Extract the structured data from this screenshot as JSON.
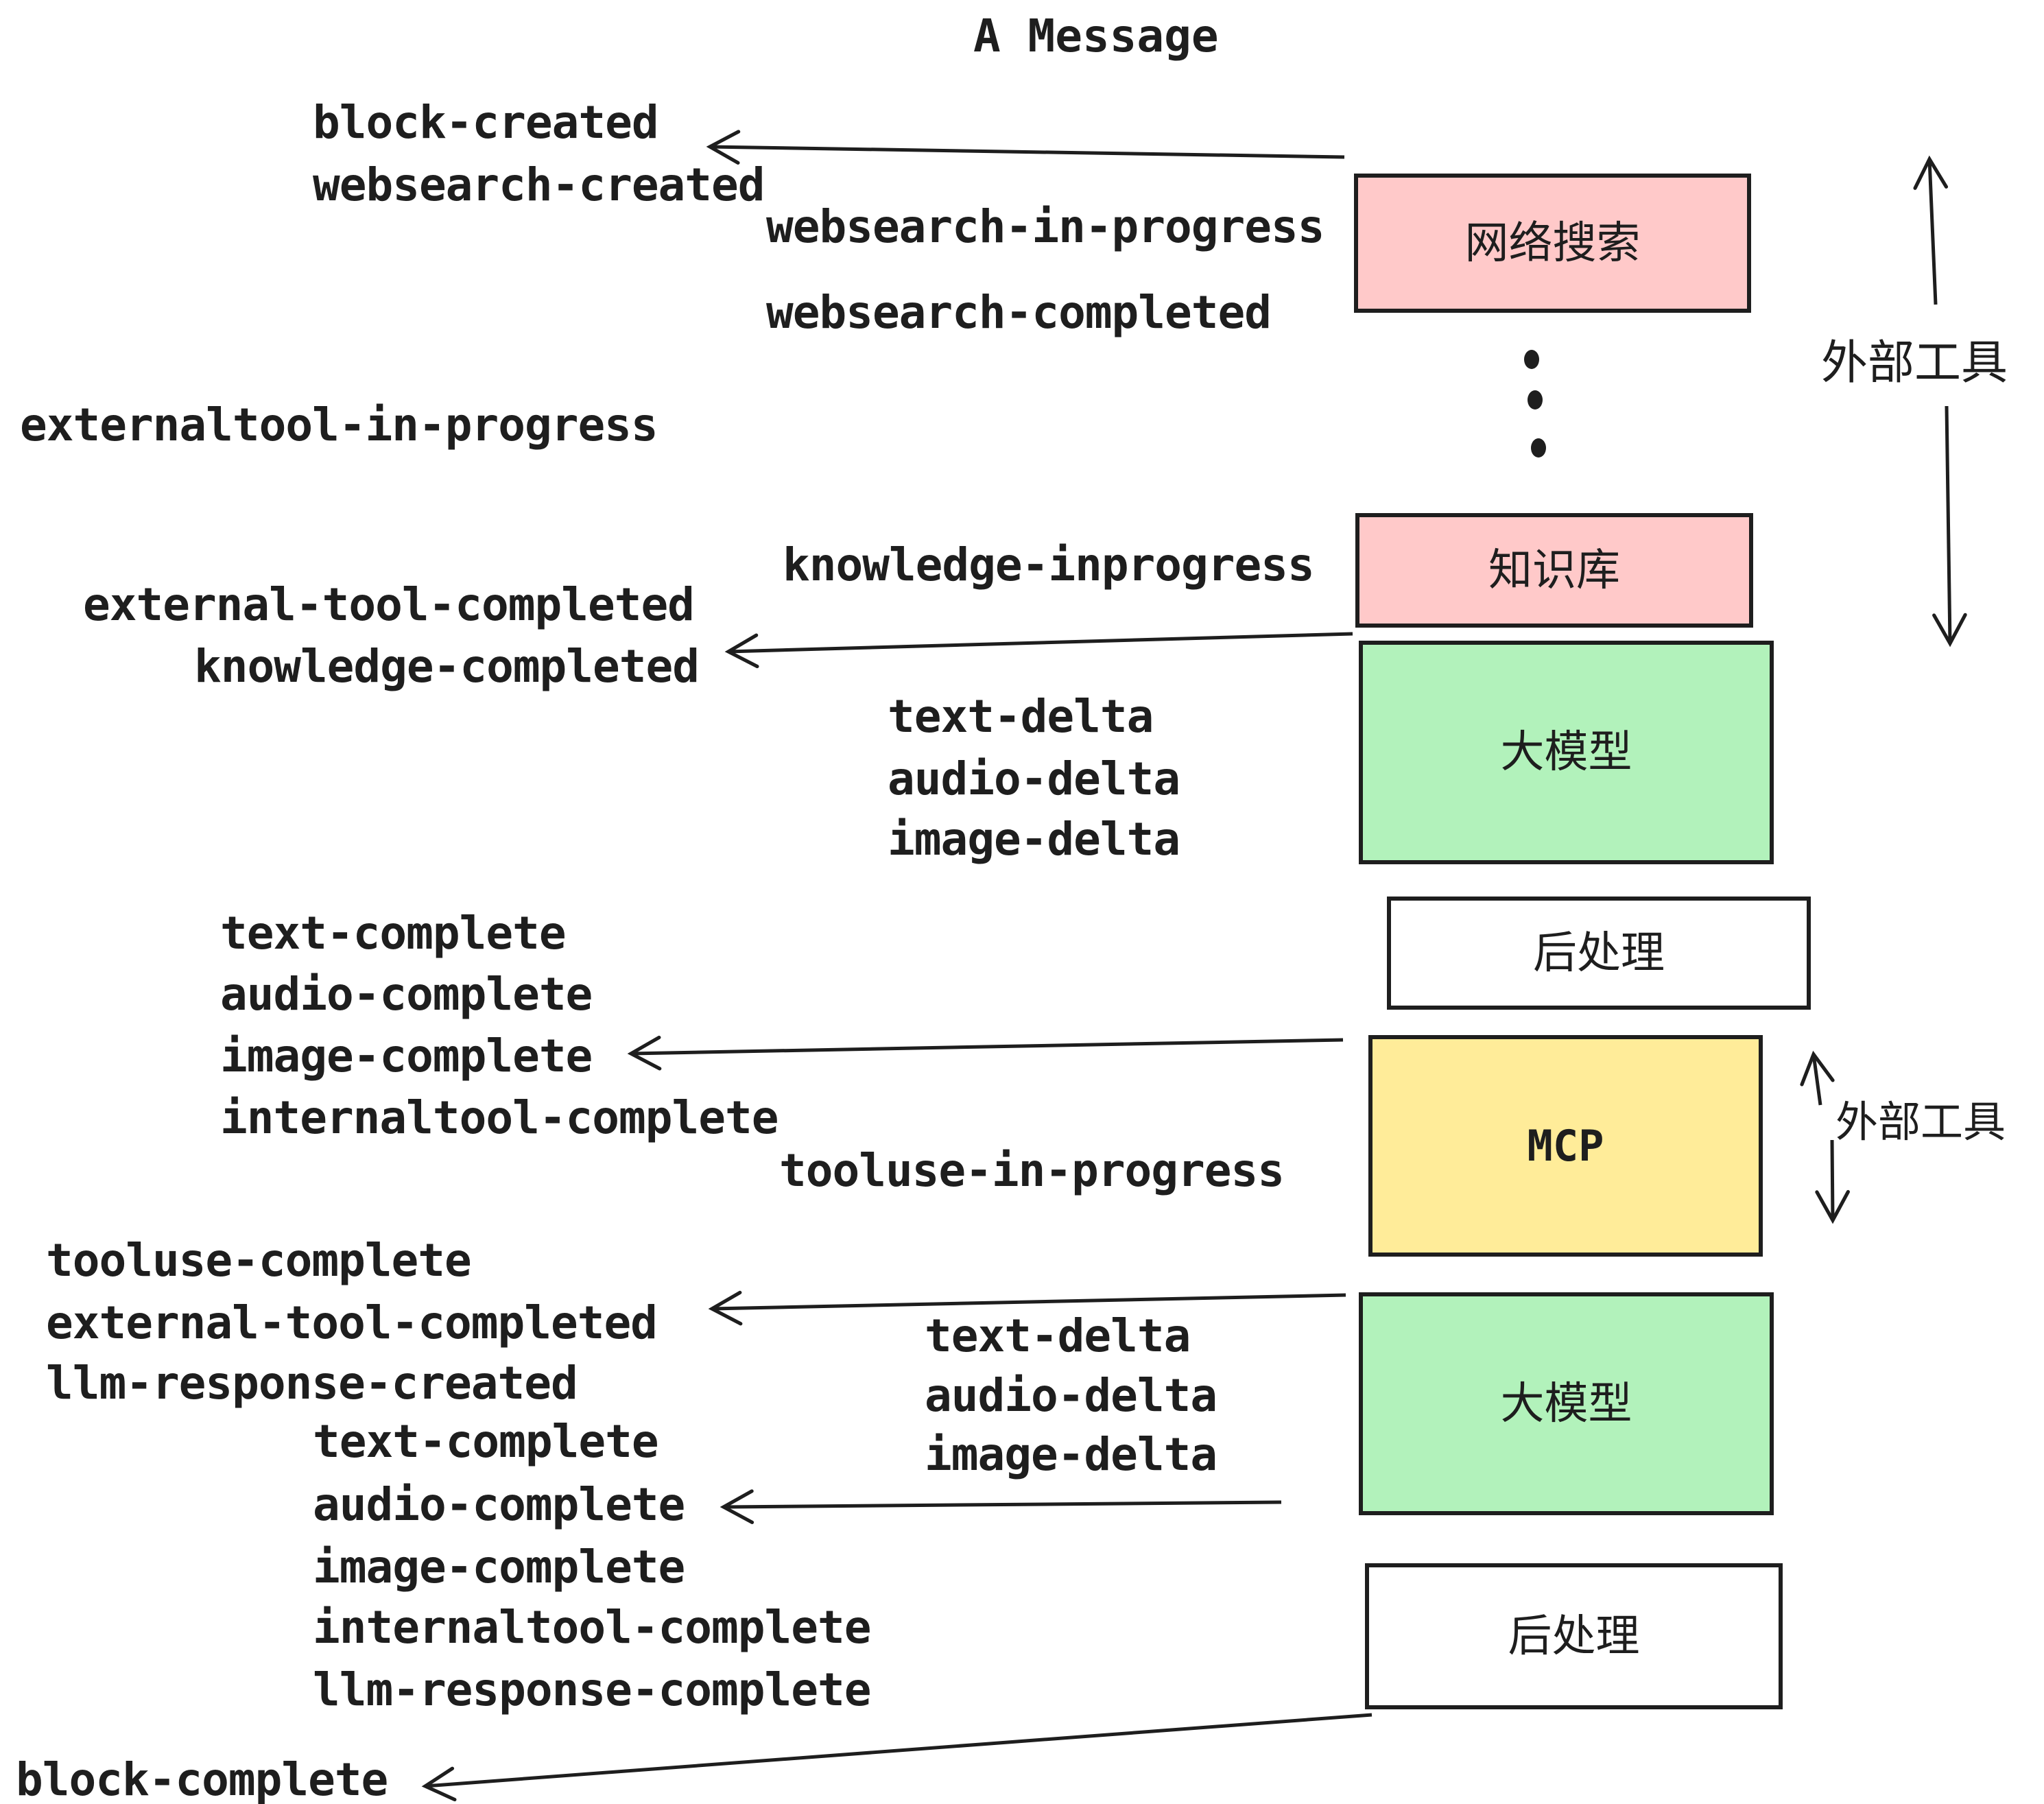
{
  "title": "A Message",
  "events": {
    "block_created": "block-created",
    "websearch_created": "websearch-created",
    "websearch_in_progress": "websearch-in-progress",
    "websearch_completed": "websearch-completed",
    "externaltool_in_progress": "externaltool-in-progress",
    "knowledge_inprogress": "knowledge-inprogress",
    "external_tool_completed_1": "external-tool-completed",
    "knowledge_completed": "knowledge-completed",
    "text_delta_1": "text-delta",
    "audio_delta_1": "audio-delta",
    "image_delta_1": "image-delta",
    "text_complete_1": "text-complete",
    "audio_complete_1": "audio-complete",
    "image_complete_1": "image-complete",
    "internaltool_complete_1": "internaltool-complete",
    "tooluse_in_progress": "tooluse-in-progress",
    "tooluse_complete": "tooluse-complete",
    "external_tool_completed_2": "external-tool-completed",
    "llm_response_created": "llm-response-created",
    "text_delta_2": "text-delta",
    "audio_delta_2": "audio-delta",
    "image_delta_2": "image-delta",
    "text_complete_2": "text-complete",
    "audio_complete_2": "audio-complete",
    "image_complete_2": "image-complete",
    "internaltool_complete_2": "internaltool-complete",
    "llm_response_complete": "llm-response-complete",
    "block_complete": "block-complete"
  },
  "boxes": {
    "websearch": {
      "label": "网络搜索",
      "fill": "#ffc9c9"
    },
    "knowledge": {
      "label": "知识库",
      "fill": "#ffc9c9"
    },
    "llm_1": {
      "label": "大模型",
      "fill": "#b2f2bb"
    },
    "postprocess_1": {
      "label": "后处理",
      "fill": "#ffffff"
    },
    "mcp": {
      "label": "MCP",
      "fill": "#ffec99"
    },
    "llm_2": {
      "label": "大模型",
      "fill": "#b2f2bb"
    },
    "postprocess_2": {
      "label": "后处理",
      "fill": "#ffffff"
    }
  },
  "side_labels": {
    "external_tools_top": "外部工具",
    "external_tools_mcp": "外部工具"
  },
  "colors": {
    "ink": "#1e1e1e",
    "box_pink": "#ffc9c9",
    "box_green": "#b2f2bb",
    "box_yellow": "#ffec99",
    "box_white": "#ffffff",
    "background": "#ffffff"
  }
}
